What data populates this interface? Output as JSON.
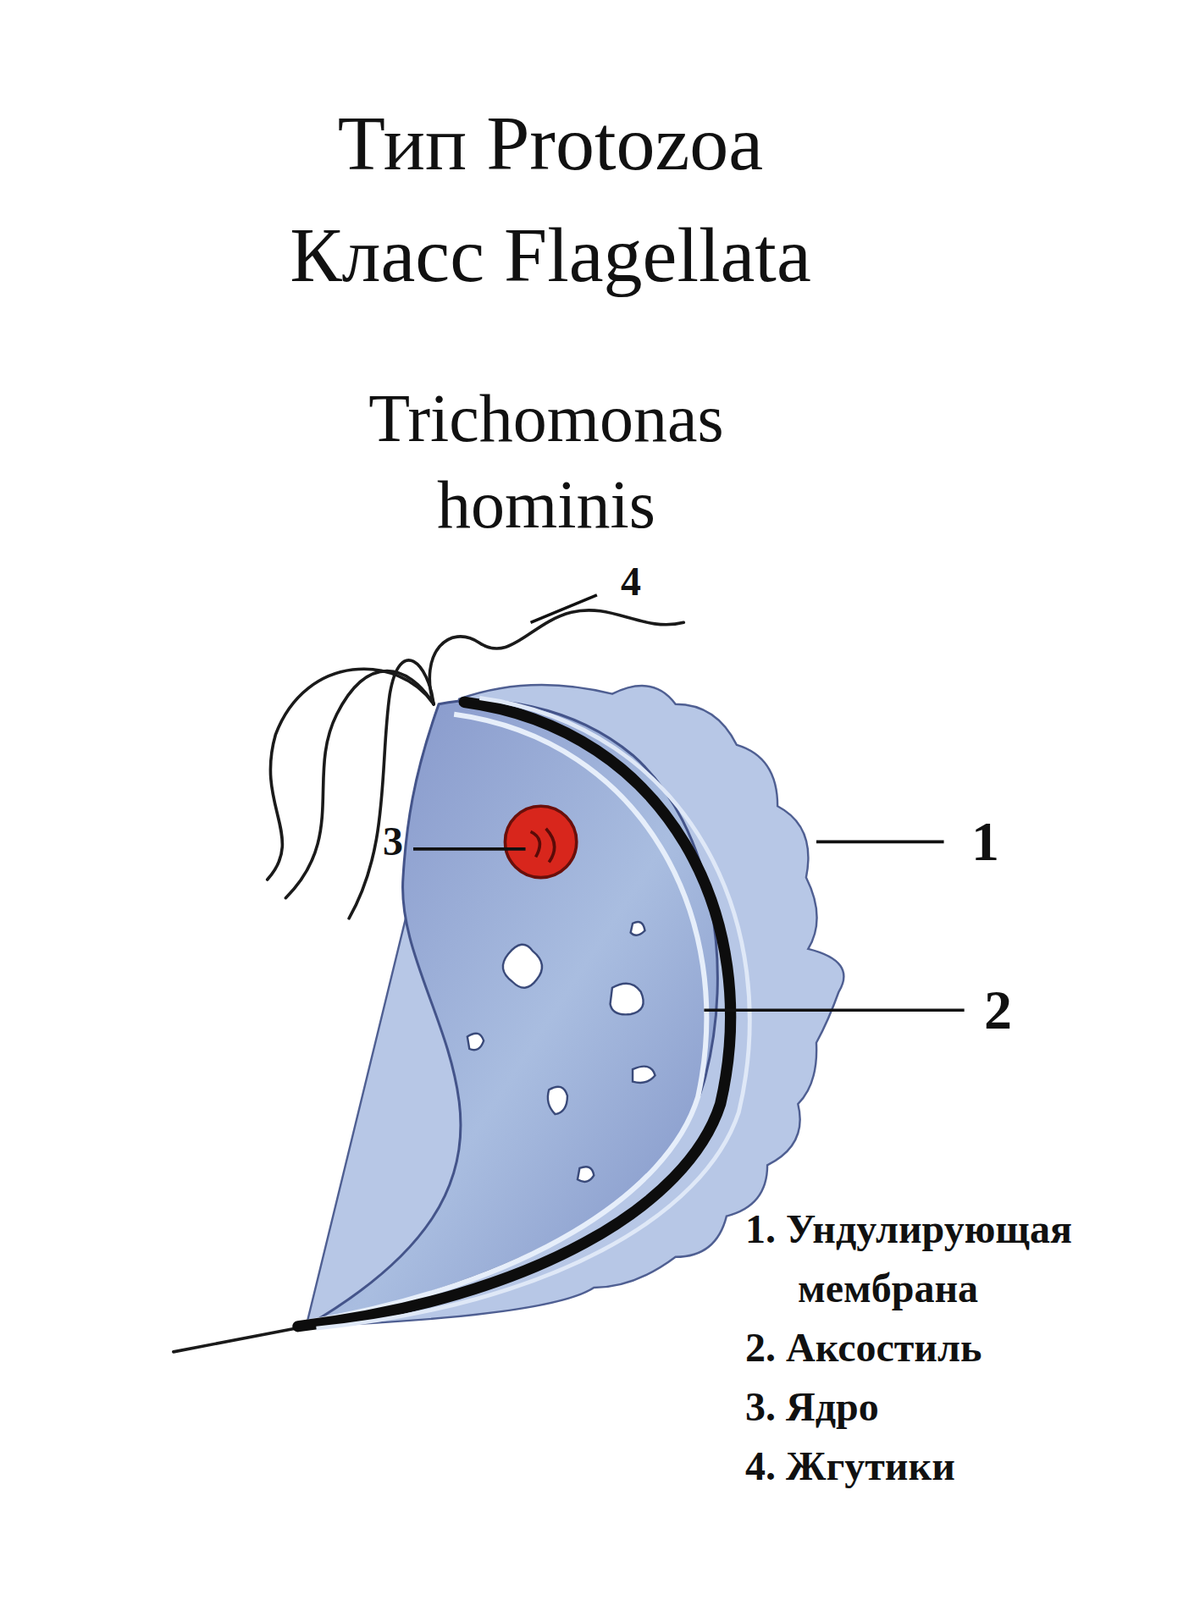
{
  "diagram": {
    "title": "Тип Protozoa Класс Flagellata",
    "labels": [
      "Trichomonas hominis",
      "4",
      "1",
      "3",
      "2",
      "1. Ундулирующая мембрана",
      "2. Аксостиль",
      "3. Ядро",
      "4. Жгутики"
    ]
  }
}
